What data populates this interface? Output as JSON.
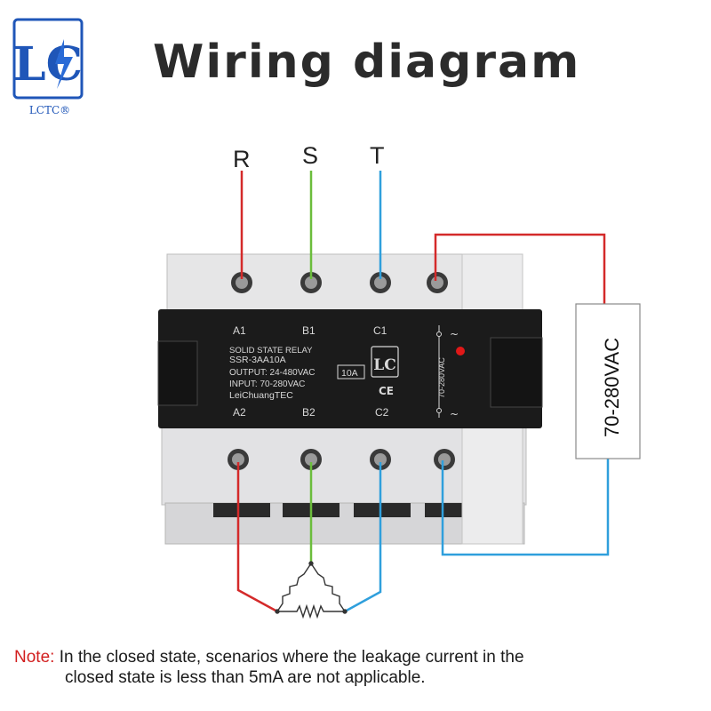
{
  "logo": {
    "mark_text": "LC",
    "brand": "LCTC®",
    "color": "#1f56b8",
    "accent": "#2a6bd6"
  },
  "title": "Wiring diagram",
  "phases": {
    "r": "R",
    "s": "S",
    "t": "T"
  },
  "relay": {
    "top_terminals": [
      "A1",
      "B1",
      "C1"
    ],
    "bottom_terminals": [
      "A2",
      "B2",
      "C2"
    ],
    "lines": [
      "SOLID STATE RELAY",
      "SSR-3AA10A",
      "OUTPUT: 24-480VAC",
      "INPUT: 70-280VAC",
      "LeiChuangTEC"
    ],
    "rating": "10A",
    "ce": "CE",
    "side_label": "70-280VAC",
    "tilde": "~"
  },
  "supply_label": "70-280VAC",
  "note": {
    "label": "Note:",
    "line1": "In the closed state, scenarios where the leakage current in the",
    "line2": "closed state is less than 5mA are not applicable."
  },
  "colors": {
    "red_wire": "#d42a2a",
    "green_wire": "#6bbd3c",
    "blue_wire": "#2f9fdc",
    "body": "#e9e9ea",
    "face": "#1b1b1b"
  }
}
